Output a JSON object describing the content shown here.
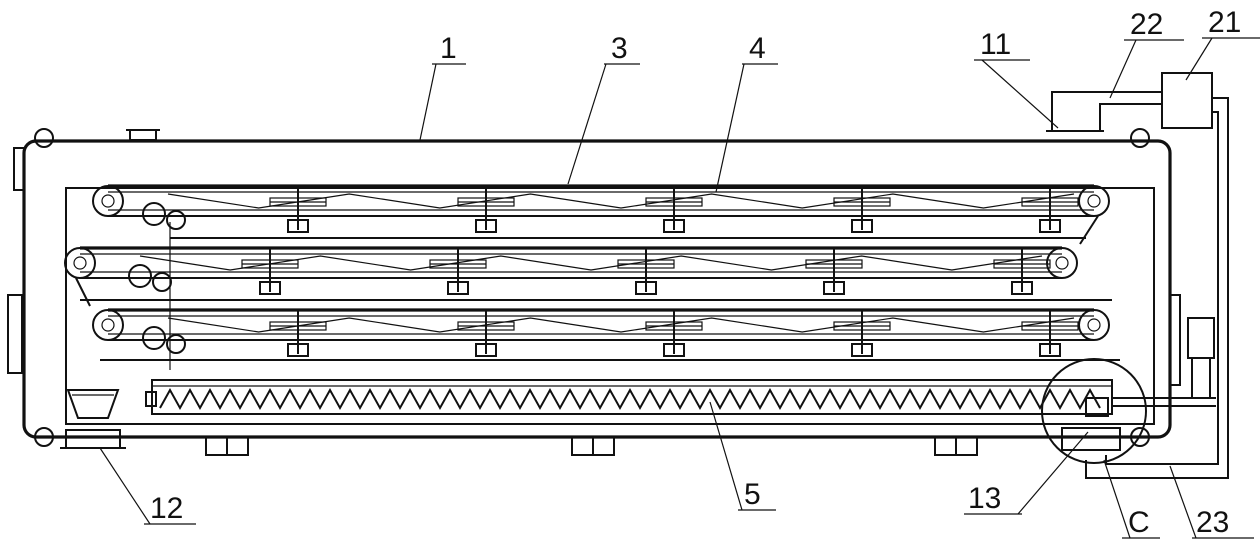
{
  "labels": {
    "l1": "1",
    "l3": "3",
    "l4": "4",
    "l5": "5",
    "l11": "11",
    "l12": "12",
    "l13": "13",
    "l21": "21",
    "l22": "22",
    "l23": "23",
    "lC": "C"
  },
  "colors": {
    "ink": "#111111",
    "paper": "#ffffff"
  }
}
